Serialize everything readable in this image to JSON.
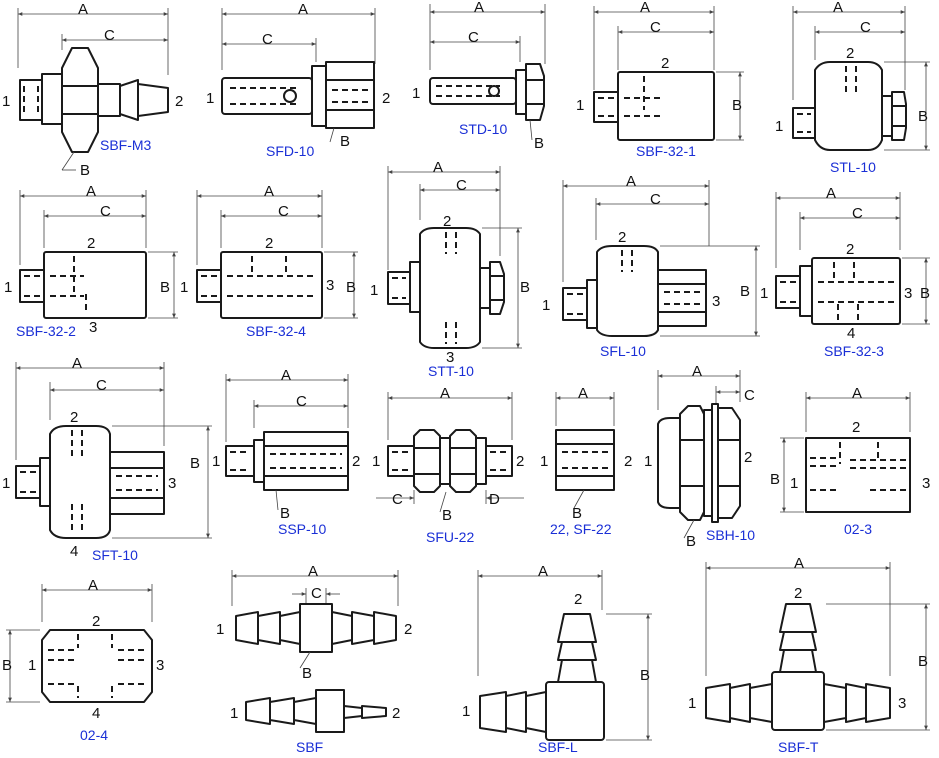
{
  "colors": {
    "caption": "#1a2fd6",
    "line": "#1a1a1a",
    "dimension": "#444444"
  },
  "labels": {
    "dim_a": "A",
    "dim_b": "B",
    "dim_c": "C",
    "dim_d": "D",
    "port_1": "1",
    "port_2": "2",
    "port_3": "3",
    "port_4": "4"
  },
  "fittings": [
    {
      "model": "SBF-M3"
    },
    {
      "model": "SFD-10"
    },
    {
      "model": "STD-10"
    },
    {
      "model": "SBF-32-1"
    },
    {
      "model": "STL-10"
    },
    {
      "model": "SBF-32-2"
    },
    {
      "model": "SBF-32-4"
    },
    {
      "model": "STT-10"
    },
    {
      "model": "SFL-10"
    },
    {
      "model": "SBF-32-3"
    },
    {
      "model": "SFT-10"
    },
    {
      "model": "SSP-10"
    },
    {
      "model": "SFU-22"
    },
    {
      "model": "22, SF-22"
    },
    {
      "model": "SBH-10"
    },
    {
      "model": "02-3"
    },
    {
      "model": "02-4"
    },
    {
      "model": "SBF"
    },
    {
      "model": "SBF-L"
    },
    {
      "model": "SBF-T"
    }
  ]
}
